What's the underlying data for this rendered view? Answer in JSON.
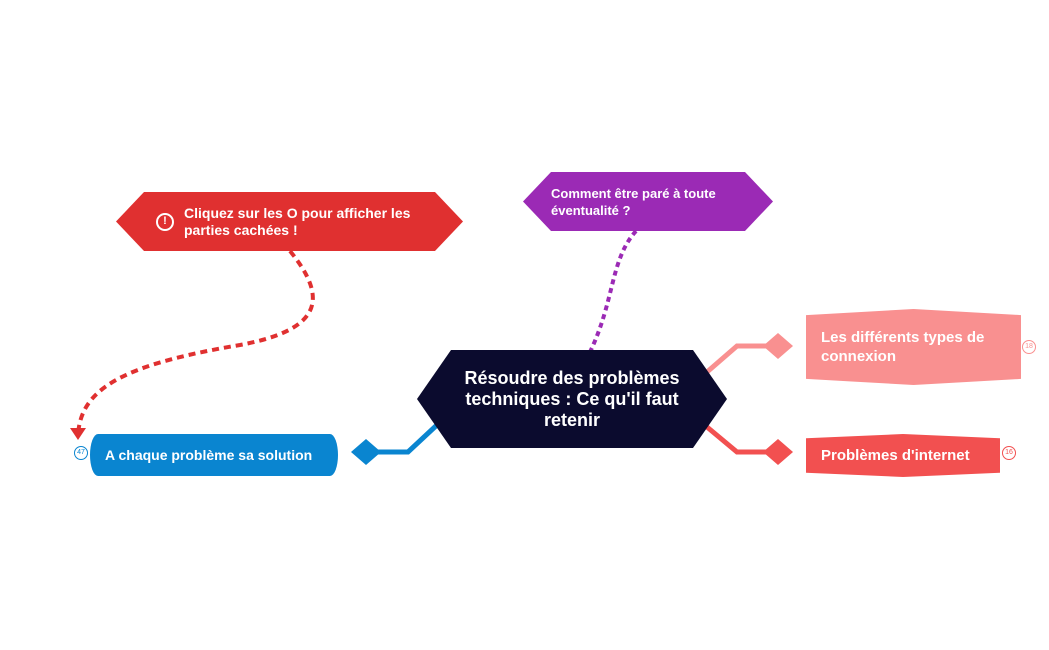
{
  "central": {
    "label": "Résoudre des problèmes techniques : Ce qu'il faut retenir",
    "color": "#0b0b2e"
  },
  "notes": {
    "hint": {
      "label": "Cliquez sur les O pour afficher les parties cachées !",
      "icon": "exclamation-icon",
      "color": "#e03030"
    },
    "question": {
      "label": "Comment être paré à toute éventualité ?",
      "color": "#9b2ab5"
    }
  },
  "branches": {
    "solution": {
      "label": "A chaque problème sa solution",
      "badge": "47",
      "color": "#0a85d0"
    },
    "connection_types": {
      "label": "Les différents types de connexion",
      "badge": "18",
      "color": "#f99090"
    },
    "internet": {
      "label": "Problèmes d'internet",
      "badge": "16",
      "color": "#f25050"
    }
  }
}
